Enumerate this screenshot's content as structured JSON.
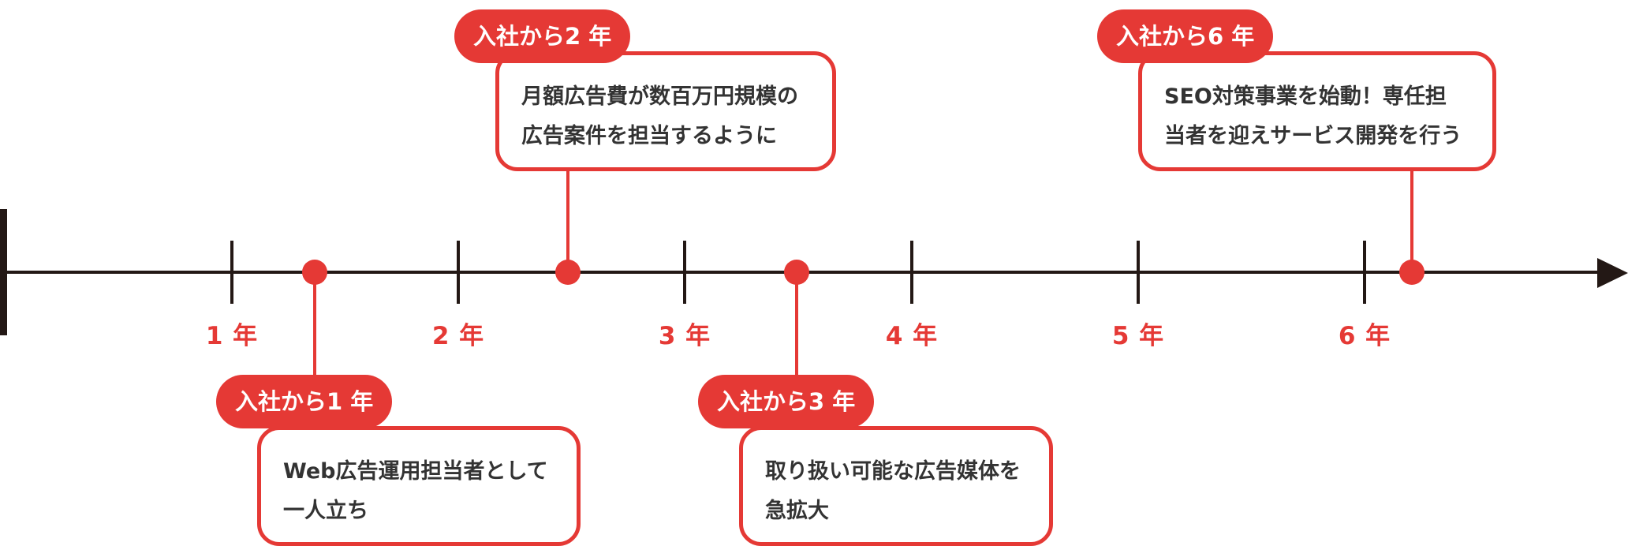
{
  "timeline": {
    "ticks": [
      {
        "label": "1 年"
      },
      {
        "label": "2 年"
      },
      {
        "label": "3 年"
      },
      {
        "label": "4 年"
      },
      {
        "label": "5 年"
      },
      {
        "label": "6 年"
      }
    ]
  },
  "milestones": [
    {
      "tag": "入社から1 年",
      "lines": [
        "Web広告運用担当者として",
        "一人立ち"
      ]
    },
    {
      "tag": "入社から2 年",
      "lines": [
        "月額広告費が数百万円規模の",
        "広告案件を担当するように"
      ]
    },
    {
      "tag": "入社から3 年",
      "lines": [
        "取り扱い可能な広告媒体を",
        "急拡大"
      ]
    },
    {
      "tag": "入社から6 年",
      "lines": [
        "SEO対策事業を始動！専任担",
        "当者を迎えサービス開発を行う"
      ]
    }
  ],
  "colors": {
    "accent": "#e53935",
    "axis": "#231815",
    "text": "#333333"
  }
}
